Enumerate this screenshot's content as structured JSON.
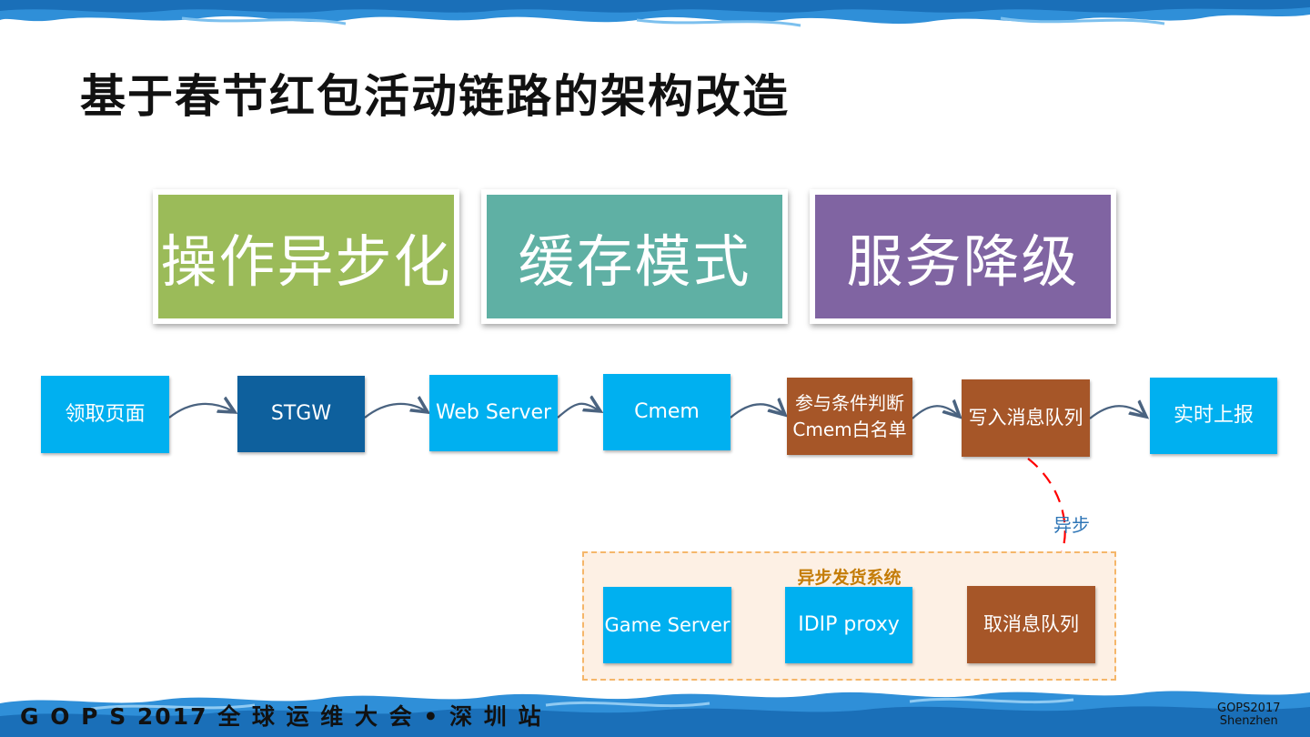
{
  "title": "基于春节红包活动链路的架构改造",
  "categories": [
    {
      "label": "操作异步化",
      "color": "#9bbb59"
    },
    {
      "label": "缓存模式",
      "color": "#5fb0a4"
    },
    {
      "label": "服务降级",
      "color": "#8064a2"
    }
  ],
  "flow": {
    "n1": "领取页面",
    "n2": "STGW",
    "n3": "Web Server",
    "n4": "Cmem",
    "n5_line1": "参与条件判断",
    "n5_line2": "Cmem白名单",
    "n6": "写入消息队列",
    "n7": "实时上报"
  },
  "async_label": "异步",
  "system": {
    "title": "异步发货系统",
    "n1": "取消息队列",
    "n2": "IDIP proxy",
    "n3": "Game Server"
  },
  "footer": {
    "event": "G O P S 2017 全 球 运 维 大 会 • 深 圳 站",
    "brand_line1": "GOPS2017",
    "brand_line2": "Shenzhen"
  },
  "colors": {
    "node_blue": "#00b0f0",
    "node_navy": "#0e609d",
    "node_brown": "#a65628",
    "async_arrow": "#ff0000",
    "flow_arrow": "#4a6380",
    "brush_band": "#2f8fd8"
  }
}
